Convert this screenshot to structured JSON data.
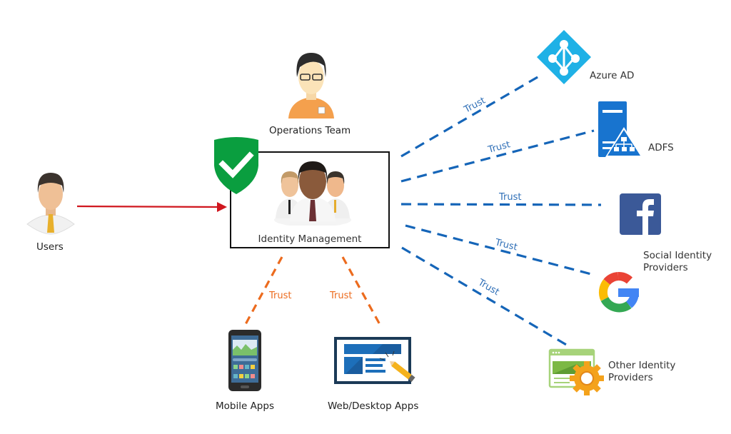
{
  "diagram": {
    "center": {
      "label": "Identity Management",
      "shield_color": "#0a9e3f"
    },
    "actors": {
      "users": "Users",
      "operations": "Operations Team"
    },
    "providers": [
      {
        "label": "Azure AD",
        "edge": "Trust"
      },
      {
        "label": "ADFS",
        "edge": "Trust"
      },
      {
        "label": "Social Identity Providers",
        "line1": "Social Identity",
        "line2": "Providers",
        "edge": "Trust"
      },
      {
        "label": "Google",
        "edge": "Trust"
      },
      {
        "label": "Other Identity Providers",
        "line1": "Other Identity",
        "line2": "Providers",
        "edge": "Trust"
      }
    ],
    "apps": [
      {
        "label": "Mobile Apps",
        "edge": "Trust"
      },
      {
        "label": "Web/Desktop Apps",
        "edge": "Trust"
      }
    ],
    "colors": {
      "provider_edge": "#1565b8",
      "app_edge": "#ec6b1e",
      "user_arrow": "#d0161e",
      "trust_text_blue": "#2f6fb7",
      "trust_text_orange": "#ec6b1e"
    }
  }
}
